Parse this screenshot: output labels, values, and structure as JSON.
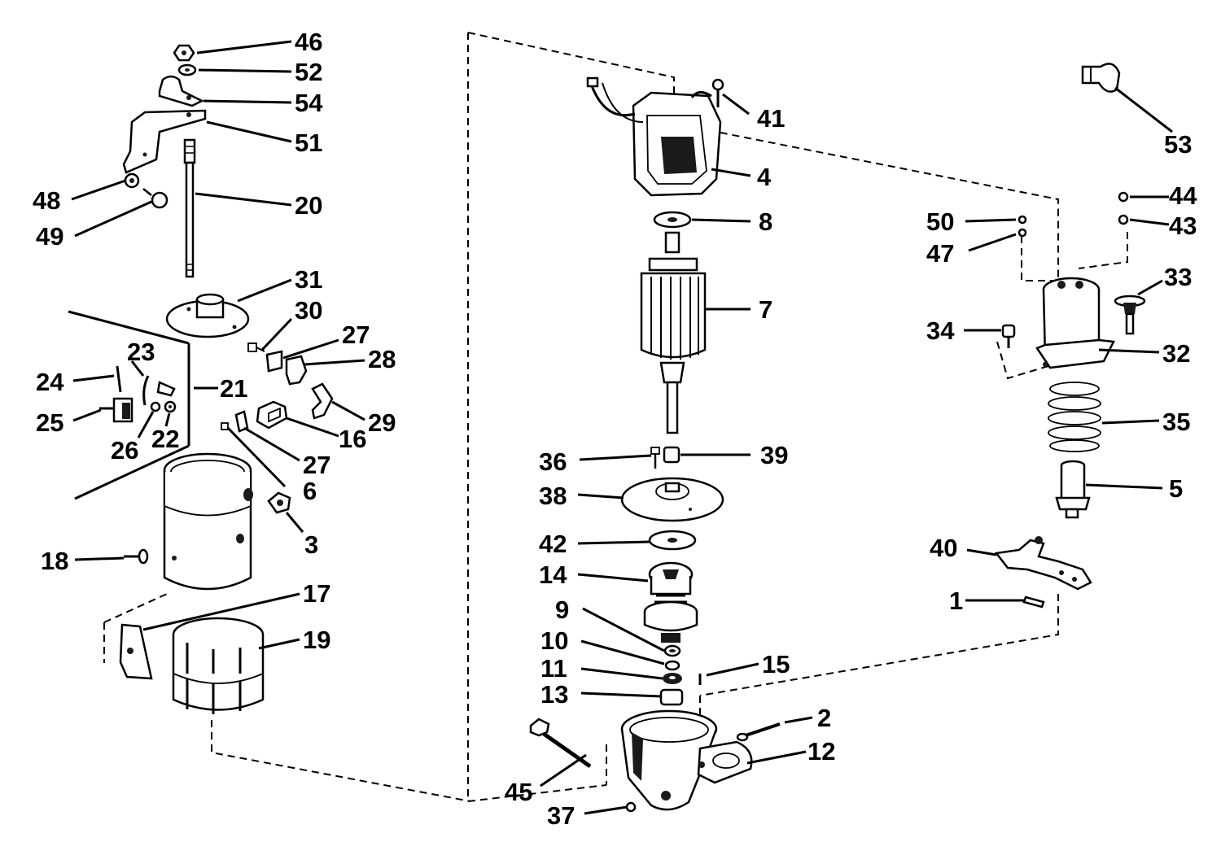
{
  "callouts": {
    "c1": "1",
    "c2": "2",
    "c3": "3",
    "c4": "4",
    "c5": "5",
    "c6": "6",
    "c7": "7",
    "c8": "8",
    "c9": "9",
    "c10": "10",
    "c11": "11",
    "c12": "12",
    "c13": "13",
    "c14": "14",
    "c15": "15",
    "c16": "16",
    "c17": "17",
    "c18": "18",
    "c19": "19",
    "c20": "20",
    "c21": "21",
    "c22": "22",
    "c23": "23",
    "c24": "24",
    "c25": "25",
    "c26": "26",
    "c27a": "27",
    "c27b": "27",
    "c28": "28",
    "c29": "29",
    "c30": "30",
    "c31": "31",
    "c32": "32",
    "c33": "33",
    "c34": "34",
    "c35": "35",
    "c36": "36",
    "c37": "37",
    "c38": "38",
    "c39": "39",
    "c40": "40",
    "c41": "41",
    "c42": "42",
    "c43": "43",
    "c44": "44",
    "c45": "45",
    "c46": "46",
    "c47": "47",
    "c48": "48",
    "c49": "49",
    "c50": "50",
    "c51": "51",
    "c52": "52",
    "c53": "53",
    "c54": "54"
  }
}
